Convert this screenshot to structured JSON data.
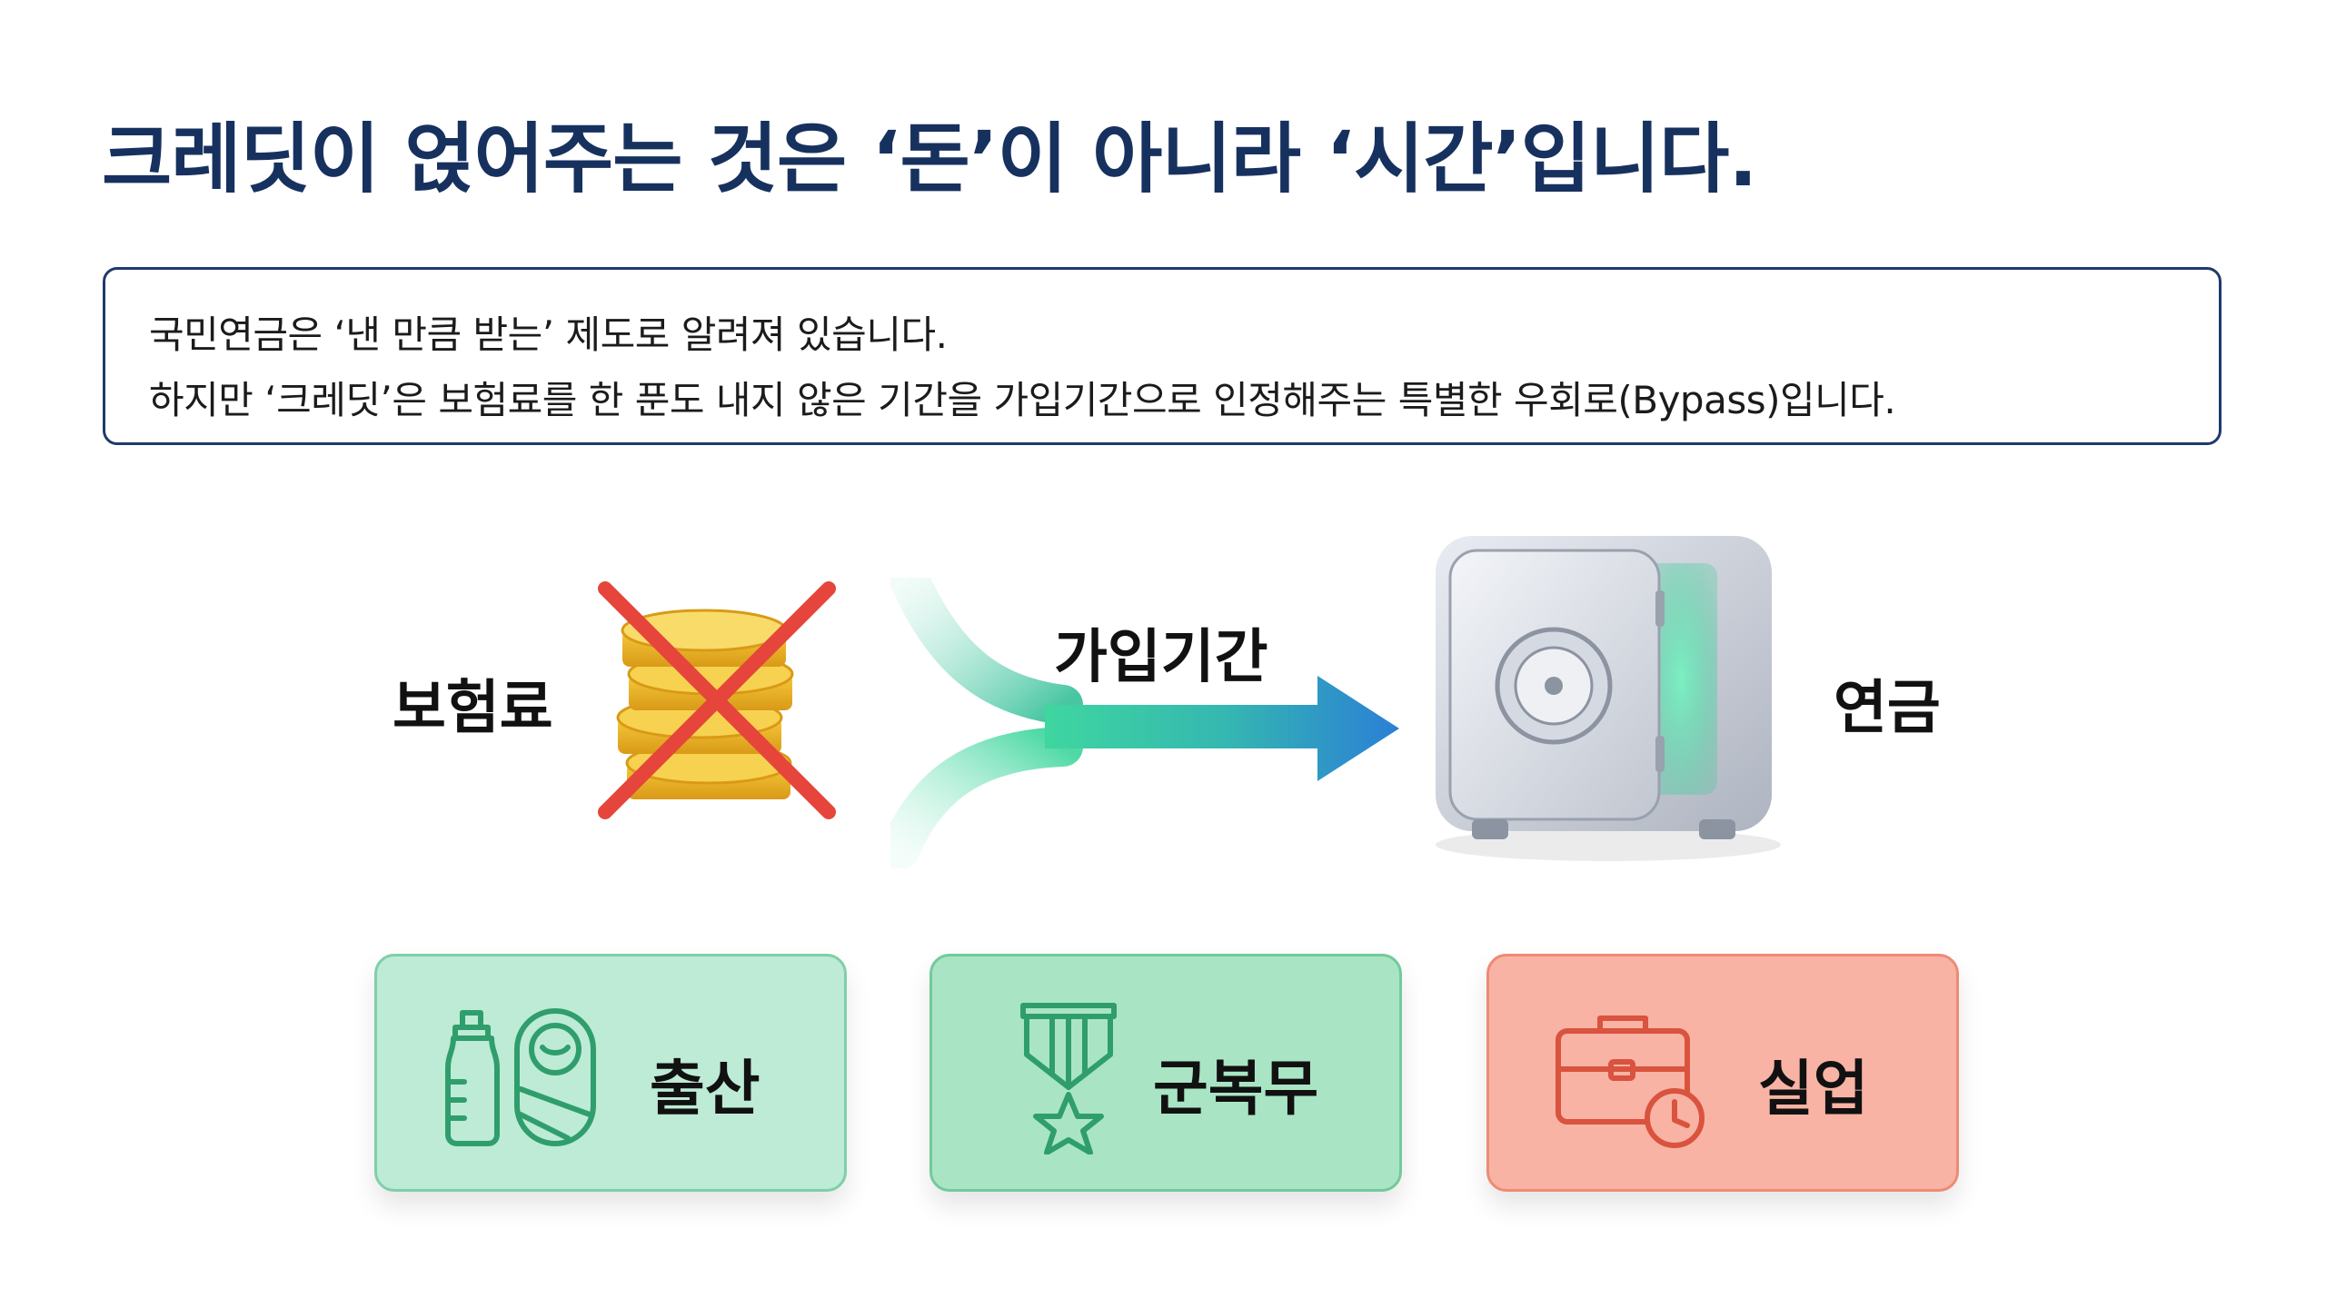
{
  "title": "크레딧이 얹어주는 것은 ‘돈’이 아니라 ‘시간’입니다.",
  "info": {
    "line1": "국민연금은 ‘낸 만큼 받는’ 제도로 알려져 있습니다.",
    "line2": "하지만 ‘크레딧’은 보험료를 한 푼도 내지 않은 기간을 가입기간으로 인정해주는 특별한 우회로(Bypass)입니다."
  },
  "diagram": {
    "left_label": "보험료",
    "arrow_label": "가입기간",
    "right_label": "연금",
    "icons": [
      "coins-icon",
      "cross-out-icon",
      "bypass-arrow-icon",
      "safe-icon"
    ]
  },
  "cards": [
    {
      "label": "출산",
      "icon": "baby-bottle-icon",
      "bg": "#bdebd6",
      "border": "#7fcfa8"
    },
    {
      "label": "군복무",
      "icon": "medal-icon",
      "bg": "#a9e5c4",
      "border": "#73c99b"
    },
    {
      "label": "실업",
      "icon": "briefcase-clock-icon",
      "bg": "#f8b3a4",
      "border": "#ef8a75"
    }
  ],
  "colors": {
    "title": "#17315f",
    "box_border": "#1f3a6b",
    "cross": "#e6453b",
    "coin": "#f0b92a",
    "arrow_start": "#3fd6a0",
    "arrow_end": "#2b7fd6",
    "icon_green": "#2f9e6c",
    "icon_red": "#d9533e"
  }
}
